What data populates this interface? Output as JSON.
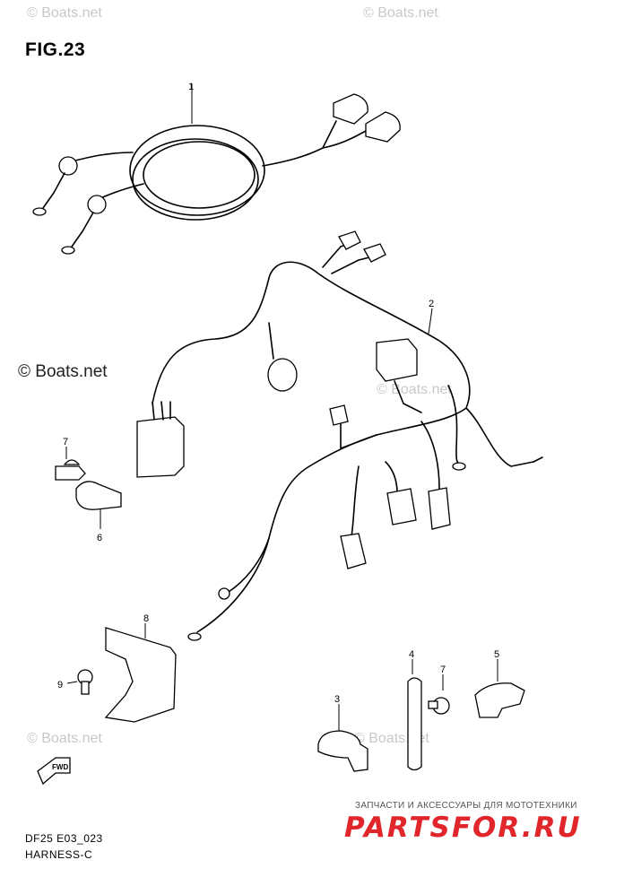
{
  "figure": {
    "title": "FIG.23"
  },
  "watermarks": {
    "site": "© Boats.net"
  },
  "callouts": [
    "1",
    "2",
    "3",
    "4",
    "5",
    "6",
    "7",
    "7",
    "8",
    "9"
  ],
  "footer": {
    "code": "DF25 E03_023",
    "name": "HARNESS-C"
  },
  "fwd_badge": "FWD",
  "store": {
    "tagline": "ЗАПЧАСТИ И АКСЕССУАРЫ ДЛЯ МОТОТЕХНИКИ",
    "logo": "PARTSFOR.RU"
  }
}
